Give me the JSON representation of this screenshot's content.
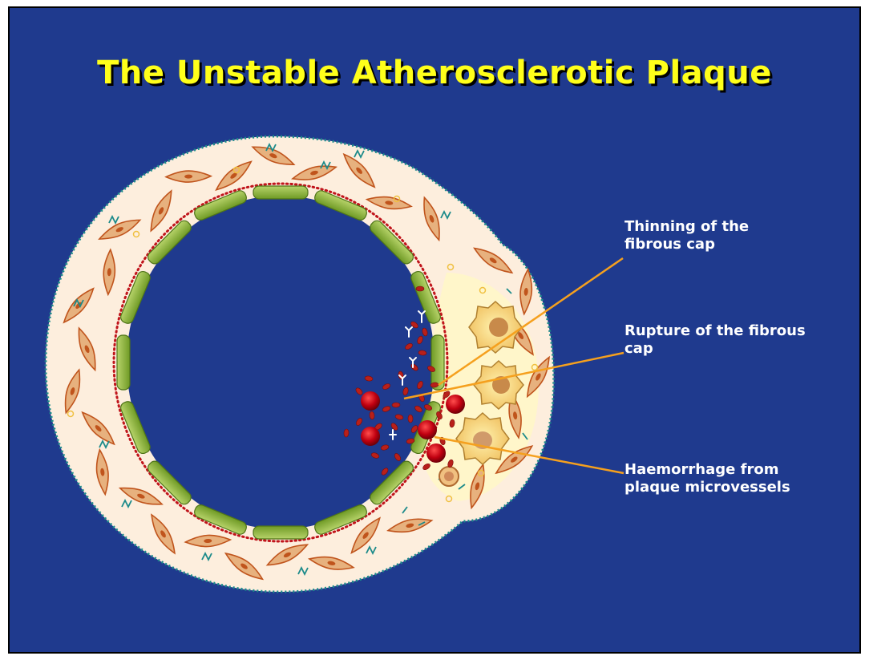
{
  "title": "The Unstable Atherosclerotic Plaque",
  "labels": {
    "thinning": {
      "line1": "Thinning of the",
      "line2": "fibrous cap"
    },
    "rupture": {
      "line1": "Rupture of the fibrous",
      "line2": "cap"
    },
    "haemorrhage": {
      "line1": "Haemorrhage from",
      "line2": "plaque microvessels"
    }
  },
  "colors": {
    "background": "#1f3a8e",
    "title": "#ffff1a",
    "vessel_wall": "#fdeedd",
    "endothelium": "#8db33a",
    "elastic_lamina": "#c0141b",
    "smooth_muscle_cell": "#e7b17e",
    "leader_line": "#f5a01e",
    "foam_cell": "#f4c86a",
    "red_blood_cell": "#b00010",
    "collagen": "#1b8a8a"
  },
  "icons": [
    "smooth-muscle-cell-icon",
    "foam-cell-icon",
    "red-blood-cell-icon",
    "platelet-icon",
    "collagen-fibre-icon",
    "antibody-icon"
  ]
}
